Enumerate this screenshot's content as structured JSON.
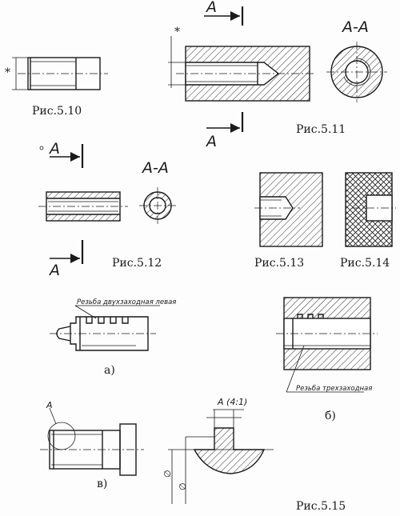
{
  "figures": {
    "fig_5_10": {
      "caption": "Рис.5.10",
      "dim_mark": "*"
    },
    "fig_5_11": {
      "caption": "Рис.5.11",
      "dim_mark": "*",
      "section_label": "A-A",
      "cut_top": "A",
      "cut_bottom": "A"
    },
    "fig_5_12": {
      "caption": "Рис.5.12",
      "section_label": "A-A",
      "cut_top": "A",
      "cut_bottom": "A"
    },
    "fig_5_13": {
      "caption": "Рис.5.13"
    },
    "fig_5_14": {
      "caption": "Рис.5.14"
    },
    "fig_5_15": {
      "caption": "Рис.5.15",
      "part_a": {
        "label": "а)",
        "note": "Резьба двухзаходная левая"
      },
      "part_b": {
        "label": "б)",
        "note": "Резьба трехзаходная"
      },
      "part_v": {
        "label": "в)",
        "detail_mark": "A",
        "detail_title": "A (4:1)",
        "dia1": "∅",
        "dia2": "∅"
      }
    }
  }
}
